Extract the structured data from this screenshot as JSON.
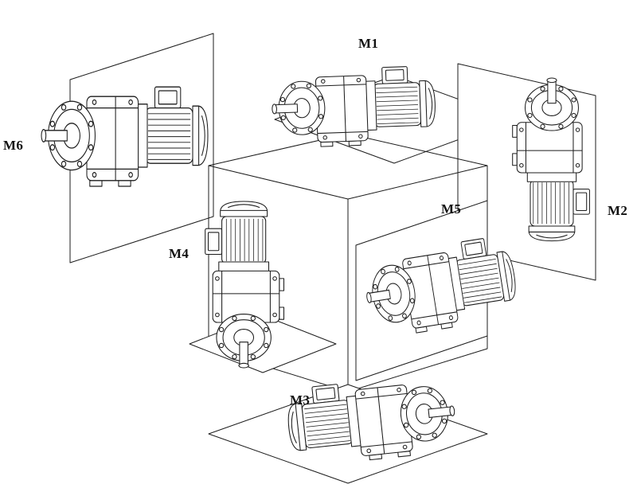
{
  "diagram": {
    "labels": {
      "m1": "M1",
      "m2": "M2",
      "m3": "M3",
      "m4": "M4",
      "m5": "M5",
      "m6": "M6"
    },
    "colors": {
      "line": "#1c1c1c",
      "background": "#ffffff"
    }
  }
}
